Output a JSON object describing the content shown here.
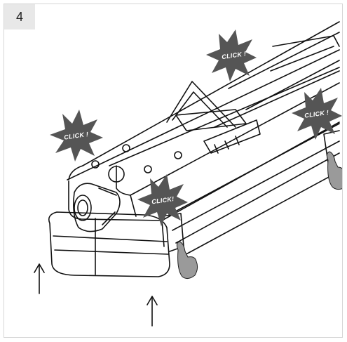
{
  "step": {
    "number": "4"
  },
  "bursts": [
    {
      "label": "CLICK !"
    },
    {
      "label": "CLICK !"
    },
    {
      "label": "CLICK !"
    },
    {
      "label": "CLICK!"
    }
  ],
  "icons": [
    "click-burst-icon",
    "pointing-hand-icon",
    "up-arrow-icon"
  ],
  "colors": {
    "burst": "#555555",
    "line": "#111111",
    "badge": "#e8e8e8"
  }
}
